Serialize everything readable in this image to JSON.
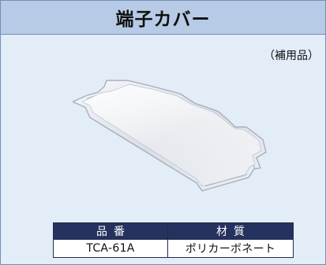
{
  "header": {
    "title": "端子カバー"
  },
  "note": "（補用品）",
  "product": {
    "image_label": "terminal-cover-image"
  },
  "spec_table": {
    "headers": [
      "品番",
      "材質"
    ],
    "rows": [
      [
        "TCA-61A",
        "ポリカーボネート"
      ]
    ]
  },
  "colors": {
    "header_bg": "#b7cbe6",
    "panel_bg": "#e3edf8",
    "table_header_bg": "#25325f",
    "table_border": "#1f2c4d"
  }
}
